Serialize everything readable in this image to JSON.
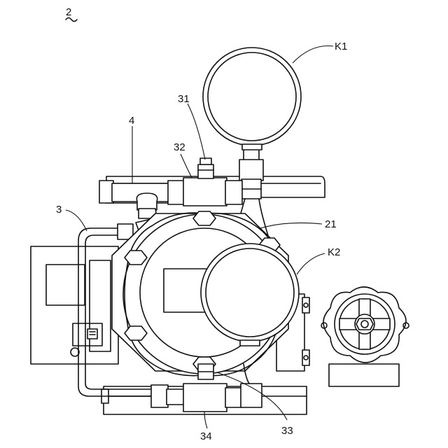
{
  "figure": {
    "reference_numeral": "2",
    "labels": {
      "k1": "K1",
      "k2": "K2",
      "n31": "31",
      "n32": "32",
      "n4": "4",
      "n3": "3",
      "n21": "21",
      "n33": "33",
      "n34": "34"
    }
  }
}
